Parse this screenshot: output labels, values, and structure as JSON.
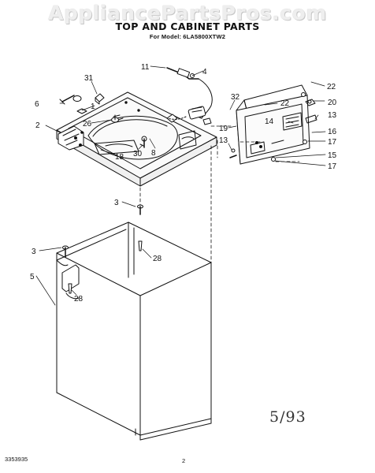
{
  "watermark": "AppliancePartsPros.com",
  "header": {
    "title": "TOP AND CABINET PARTS",
    "model_label": "For Model:",
    "model_number": "6LA5800XTW2"
  },
  "callouts": {
    "c11": "11",
    "c4": "4",
    "c31": "31",
    "c6": "6",
    "c1": "1",
    "c2": "2",
    "c26": "26",
    "c30": "30",
    "c8": "8",
    "c18": "18",
    "c32": "32",
    "c22a": "22",
    "c20": "20",
    "c22b": "22",
    "c14": "14",
    "c13a": "13",
    "c19": "19",
    "c16": "16",
    "c13b": "13",
    "c17a": "17",
    "c15": "15",
    "c17b": "17",
    "c3a": "3",
    "c3b": "3",
    "c28a": "28",
    "c5": "5",
    "c28b": "28"
  },
  "footer": {
    "date": "5/93",
    "document_number": "3353935",
    "page_number": "2"
  }
}
